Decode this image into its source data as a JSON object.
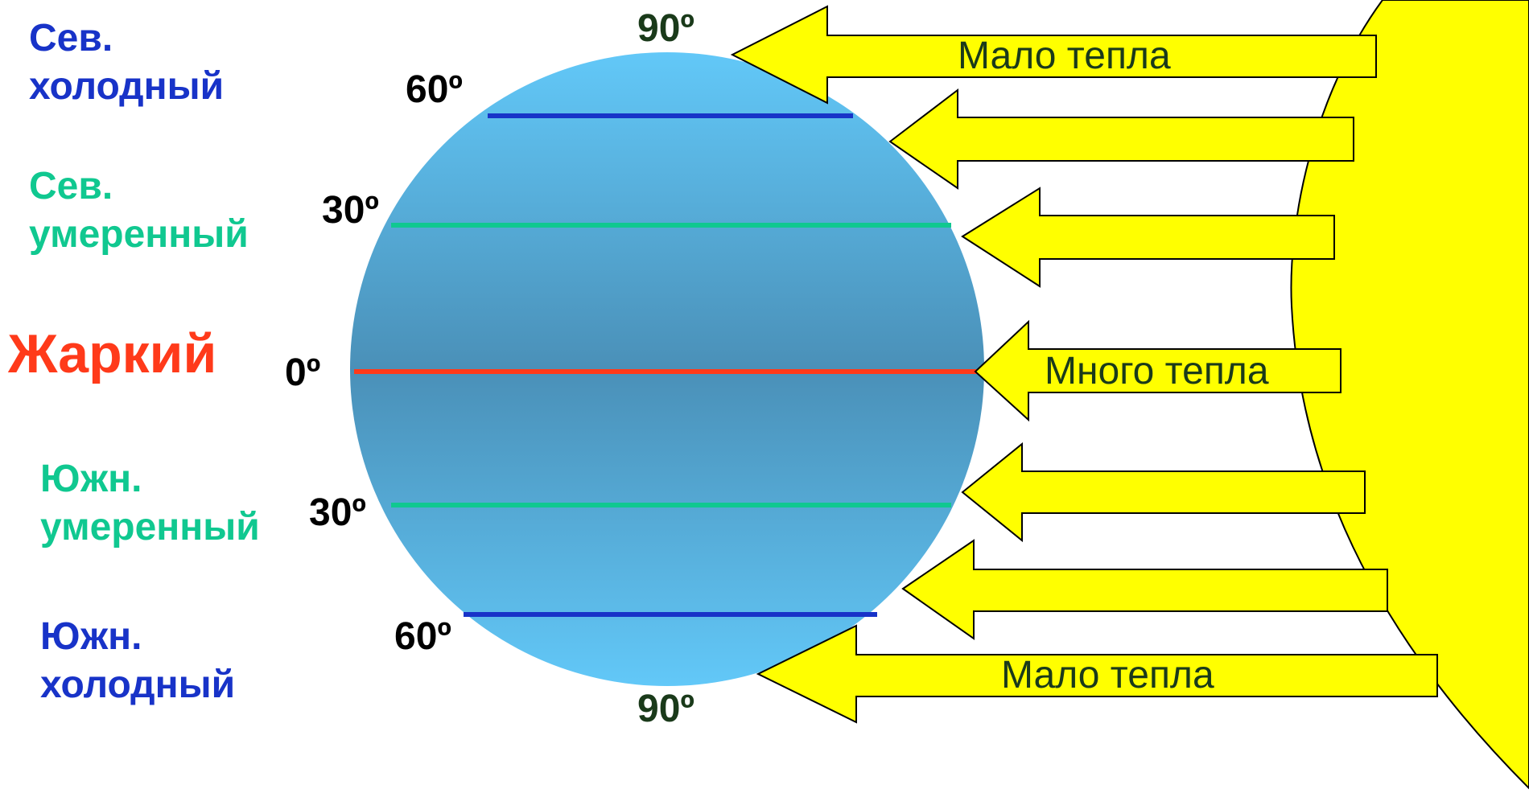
{
  "colors": {
    "cold": "#1833c8",
    "temperate": "#10c890",
    "hot": "#ff3a1a",
    "pole_degree": "#1a3a1a",
    "sun": "#ffff00",
    "globe_light": "#62c8f8",
    "globe_dark": "#4a90b8"
  },
  "zones": {
    "north_cold": [
      "Сев.",
      "холодный"
    ],
    "north_temperate": [
      "Сев.",
      "умеренный"
    ],
    "hot": "Жаркий",
    "south_temperate": [
      "Южн.",
      "умеренный"
    ],
    "south_cold": [
      "Южн.",
      "холодный"
    ]
  },
  "latitudes": {
    "north_pole": "90º",
    "north_60": "60º",
    "north_30": "30º",
    "equator": "0º",
    "south_30": "30º",
    "south_60": "60º",
    "south_pole": "90º"
  },
  "arrows": {
    "top": "Мало тепла",
    "middle": "Много тепла",
    "bottom": "Мало тепла"
  }
}
